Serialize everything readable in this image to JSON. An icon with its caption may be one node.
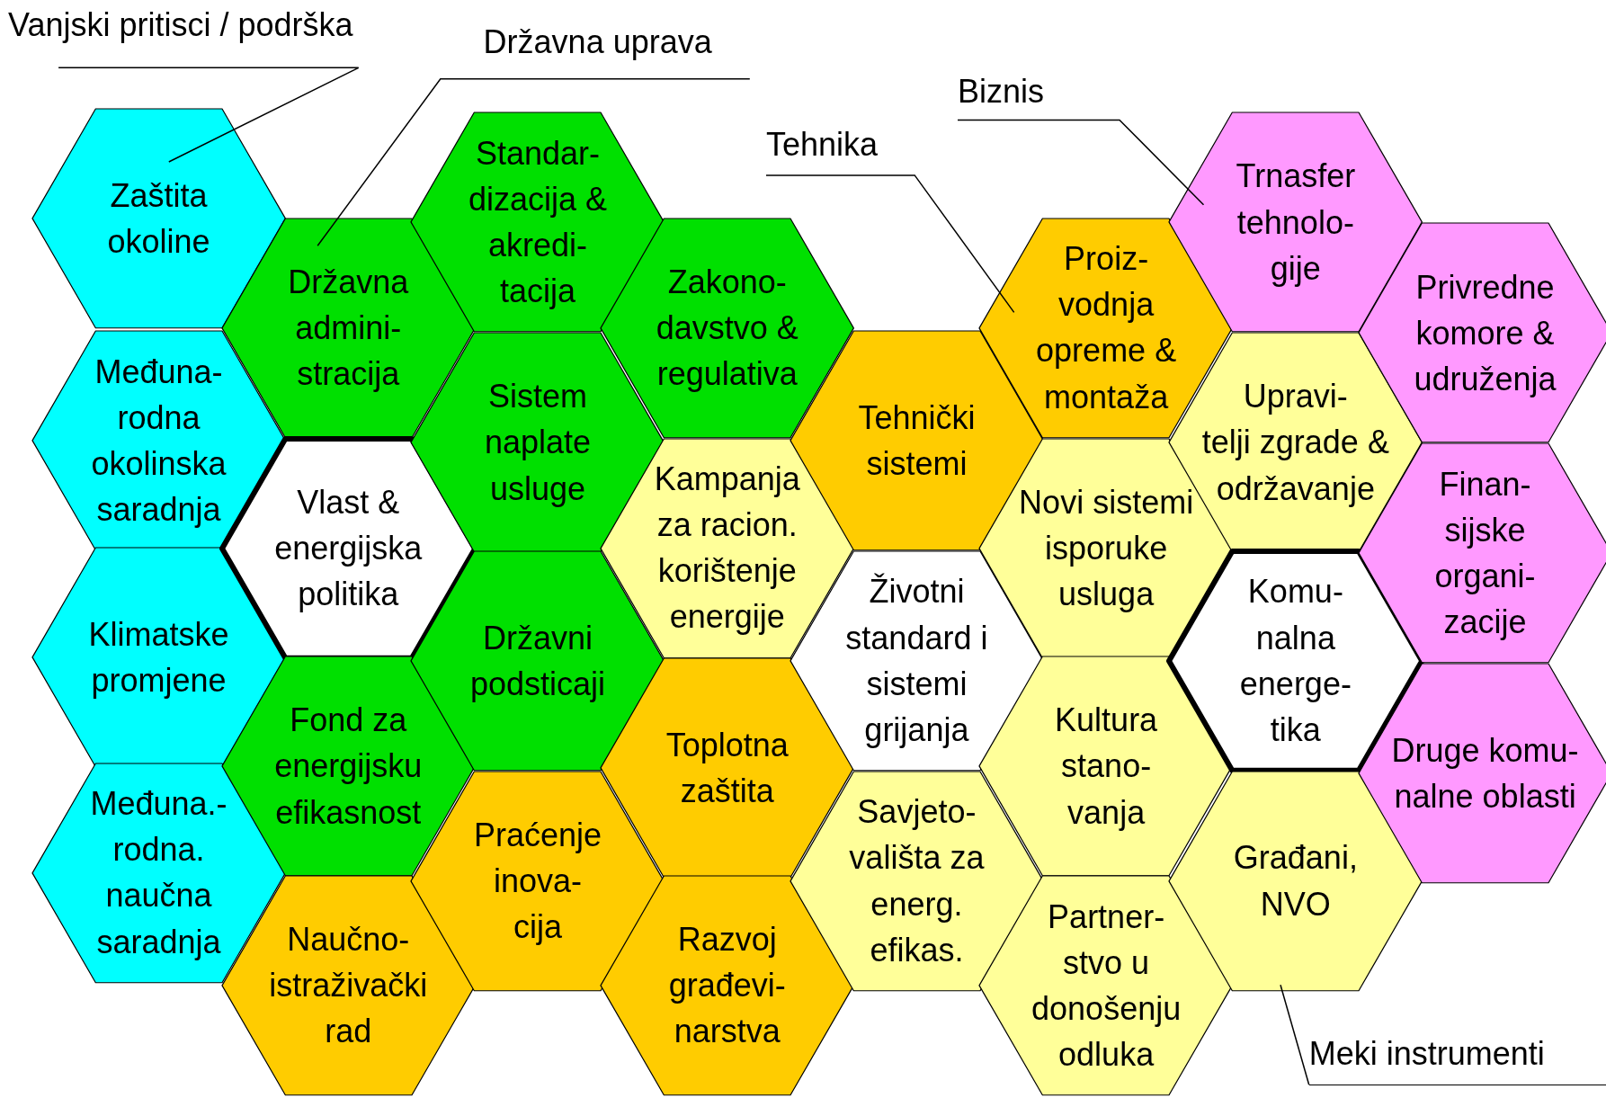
{
  "diagram": {
    "nodes": [
      {
        "text": [
          "Vanjski pritisci / podrška"
        ]
      },
      {
        "text": [
          "Državna uprava"
        ]
      },
      {
        "text": [
          "Tehnika"
        ]
      },
      {
        "text": [
          "Biznis"
        ]
      },
      {
        "text": [
          "Meki instrumenti"
        ]
      },
      {
        "text": [
          "Zaštita okoline"
        ]
      },
      {
        "text": [
          "Međuna- rodna okolinska saradnja"
        ]
      },
      {
        "text": [
          "Klimatske promjene"
        ]
      },
      {
        "text": [
          "Međuna.- rodna. naučna saradnja"
        ]
      },
      {
        "text": [
          "Državna admini- stracija"
        ]
      },
      {
        "text": [
          "Vlast & energijska politika"
        ]
      },
      {
        "text": [
          "Fond za energijsku efikasnost"
        ]
      },
      {
        "text": [
          "Naučno- istraživački rad"
        ]
      },
      {
        "text": [
          "Standar- dizacija & akredi- tacija"
        ]
      },
      {
        "text": [
          "Sistem naplate usluge"
        ]
      },
      {
        "text": [
          "Državni podsticaji"
        ]
      },
      {
        "text": [
          "Praćenje inova- cija"
        ]
      },
      {
        "text": [
          "Zakono- davstvo & regulativa"
        ]
      },
      {
        "text": [
          "Kampanja za racion. korištenje energije"
        ]
      },
      {
        "text": [
          "Toplotna zaštita"
        ]
      },
      {
        "text": [
          "Razvoj građevi- narstva"
        ]
      },
      {
        "text": [
          "Tehnički sistemi"
        ]
      },
      {
        "text": [
          "Životni standard i sistemi grijanja"
        ]
      },
      {
        "text": [
          "Savjeto- vališta za energ. efikas."
        ]
      },
      {
        "text": [
          "Proiz- vodnja opreme & montaža"
        ]
      },
      {
        "text": [
          "Novi sistemi isporuke usluga"
        ]
      },
      {
        "text": [
          "Kultura stano- vanja"
        ]
      },
      {
        "text": [
          "Partner- stvo u donošenju odluka"
        ]
      },
      {
        "text": [
          "Trnasfer tehnolo- gije"
        ]
      },
      {
        "text": [
          "Upravi- telji zgrade & održavanje"
        ]
      },
      {
        "text": [
          "Komu- nalna energe- tika"
        ]
      },
      {
        "text": [
          "Građani, NVO"
        ]
      },
      {
        "text": [
          "Privredne komore & udruženja"
        ]
      },
      {
        "text": [
          "Finan- sijske organi- zacije"
        ]
      },
      {
        "text": [
          "Druge komu- nalne oblasti"
        ]
      }
    ],
    "edges": [
      {
        "from": 0,
        "to": 5,
        "arrow": "none"
      },
      {
        "from": 1,
        "to": 9,
        "arrow": "none"
      },
      {
        "from": 2,
        "to": 24,
        "arrow": "none"
      },
      {
        "from": 3,
        "to": 28,
        "arrow": "none"
      },
      {
        "from": 4,
        "to": 31,
        "arrow": "none"
      }
    ]
  }
}
